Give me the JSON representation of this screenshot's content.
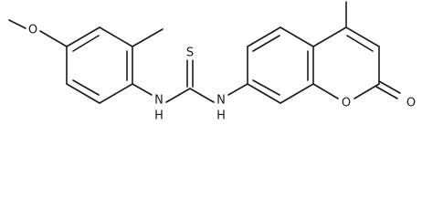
{
  "molecule": {
    "atom_labels": {
      "methoxy_oxygen": "O",
      "thione_sulfur": "S",
      "nh_left": "N",
      "nh_left_h": "H",
      "nh_right": "N",
      "nh_right_h": "H",
      "ring_oxygen": "O",
      "carbonyl_oxygen": "O"
    }
  }
}
